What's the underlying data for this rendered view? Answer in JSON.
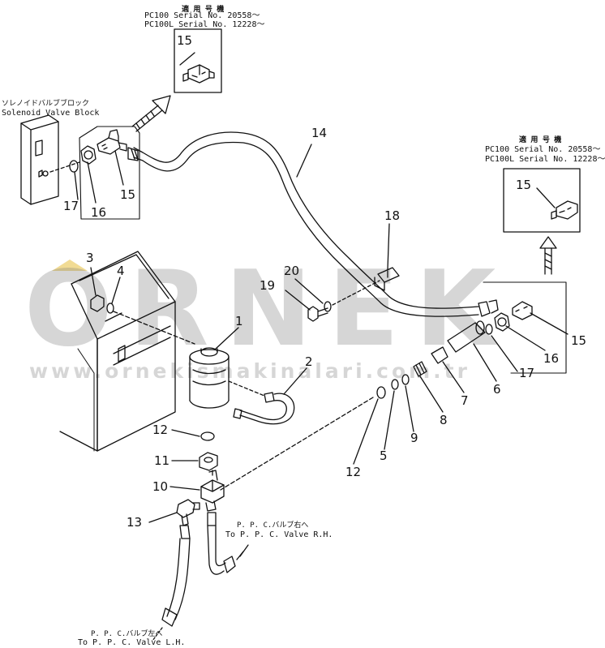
{
  "labels": {
    "top_applies": "適 用 号 機",
    "top_pc100": "PC100   Serial No. 20558～",
    "top_pc100l": "PC100L  Serial No. 12228～",
    "right_applies": "適 用 号 機",
    "right_pc100": "PC100   Serial No. 20558～",
    "right_pc100l": "PC100L  Serial No. 12228～",
    "solenoid_jp": "ソレノイドバルブブロック",
    "solenoid_en": "Solenoid  Valve  Block",
    "ppc_rh_jp": "P. P. C.バルブ右へ",
    "ppc_rh_en": "To  P. P. C.  Valve  R.H.",
    "ppc_lh_jp": "P. P. C.バルブ左へ",
    "ppc_lh_en": "To  P. P. C.  Valve  L.H."
  },
  "callouts": {
    "c1": "1",
    "c2": "2",
    "c3": "3",
    "c4": "4",
    "c5": "5",
    "c6": "6",
    "c7": "7",
    "c8": "8",
    "c9": "9",
    "c10": "10",
    "c11": "11",
    "c12a": "12",
    "c12b": "12",
    "c13": "13",
    "c14": "14",
    "c15_top": "15",
    "c15_left": "15",
    "c15_right_box": "15",
    "c15_right": "15",
    "c16_left": "16",
    "c16_right": "16",
    "c17_left": "17",
    "c17_right": "17",
    "c18": "18",
    "c19": "19",
    "c20": "20"
  },
  "watermark": {
    "brand": "ORNEK",
    "url": "www.ornekismakinalari.com.tr"
  }
}
